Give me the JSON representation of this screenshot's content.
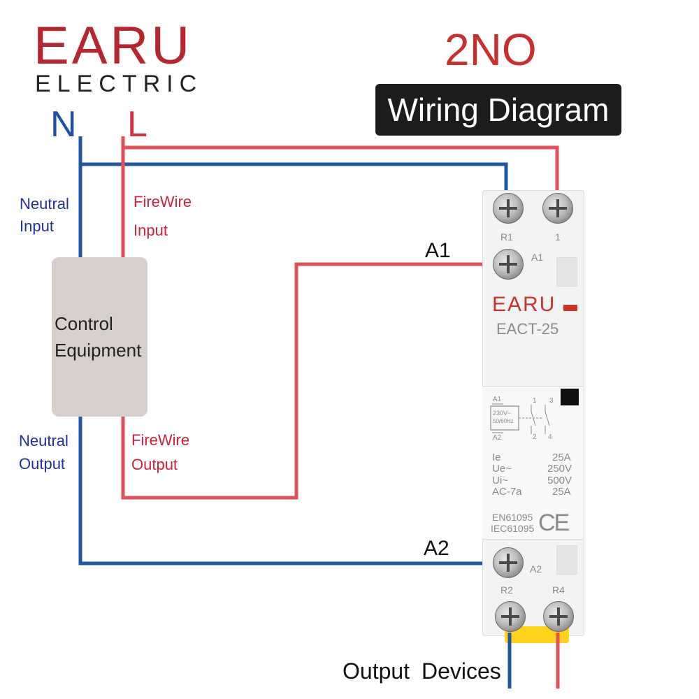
{
  "logo": {
    "main": "EARU",
    "sub": "ELECTRIC"
  },
  "title": {
    "main": "2NO",
    "banner": "Wiring Diagram"
  },
  "supply": {
    "neutral": "N",
    "live": "L"
  },
  "labels": {
    "neutral_input_1": "Neutral",
    "neutral_input_2": "Input",
    "firewire_input_1": "FireWire",
    "firewire_input_2": "Input",
    "neutral_output_1": "Neutral",
    "neutral_output_2": "Output",
    "firewire_output_1": "FireWire",
    "firewire_output_2": "Output",
    "control_1": "Control",
    "control_2": "Equipment",
    "a1": "A1",
    "a2": "A2",
    "output_devices": "Output Devices"
  },
  "device": {
    "brand": "EARU",
    "model": "EACT-25",
    "terminal_r1": "R1",
    "terminal_1": "1",
    "terminal_a1": "A1",
    "terminal_a2": "A2",
    "terminal_r2": "R2",
    "terminal_r4": "R4",
    "schematic": {
      "a1": "A1",
      "a2": "A2",
      "voltage": "230V~",
      "freq": "50/60Hz",
      "c1": "1",
      "c3": "3",
      "c2": "2",
      "c4": "4"
    },
    "specs": [
      {
        "name": "Ie",
        "value": "25A"
      },
      {
        "name": "Ue~",
        "value": "250V"
      },
      {
        "name": "Ui~",
        "value": "500V"
      },
      {
        "name": "AC-7a",
        "value": "25A"
      }
    ],
    "standard_1": "EN61095",
    "standard_2": "IEC61095",
    "ce": "CE"
  },
  "colors": {
    "neutral_wire": "#1f57a4",
    "live_wire": "#e0525a",
    "brand_red": "#b5262f",
    "control_box": "#d6cfcc"
  }
}
